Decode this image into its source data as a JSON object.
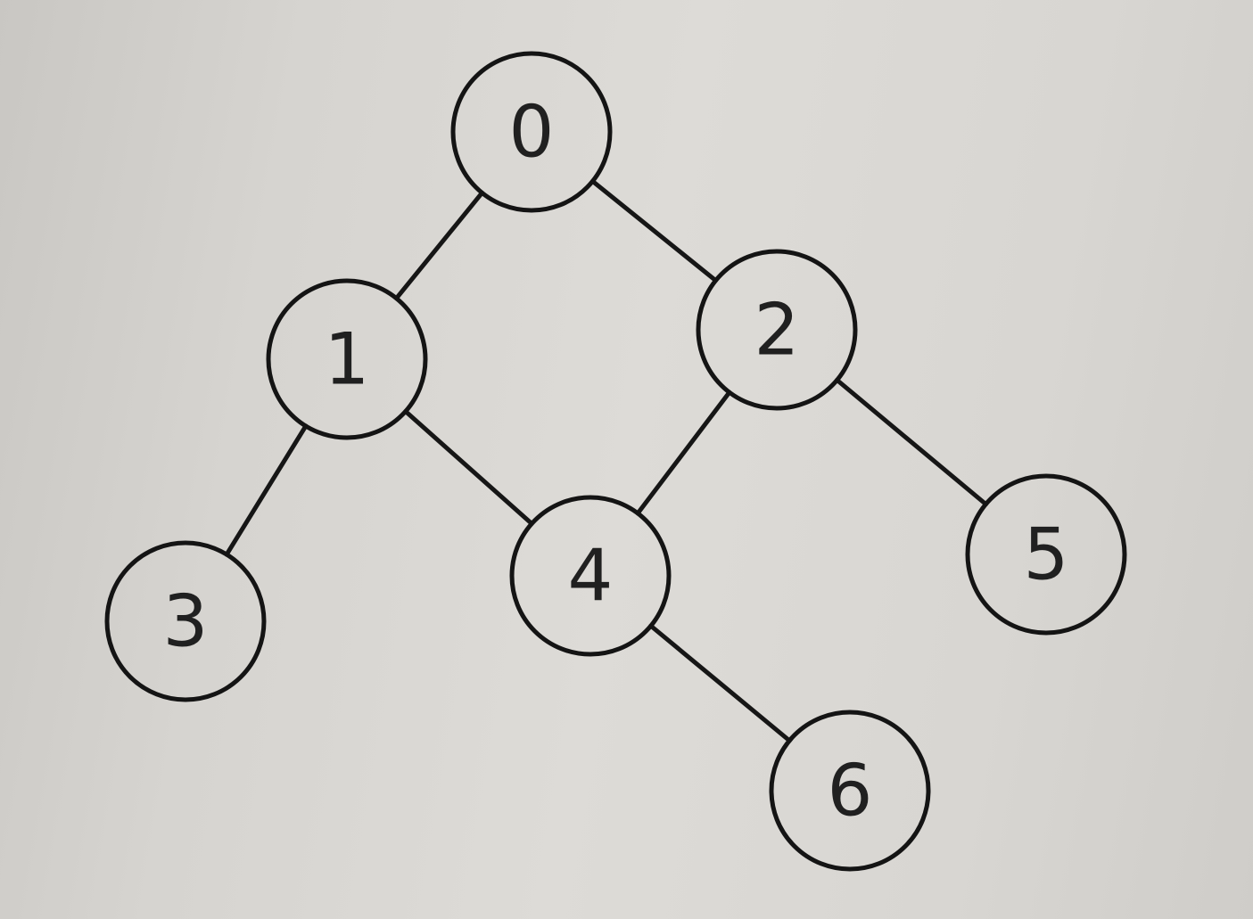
{
  "graph": {
    "nodes": [
      {
        "id": "0",
        "label": "0"
      },
      {
        "id": "1",
        "label": "1"
      },
      {
        "id": "2",
        "label": "2"
      },
      {
        "id": "3",
        "label": "3"
      },
      {
        "id": "4",
        "label": "4"
      },
      {
        "id": "5",
        "label": "5"
      },
      {
        "id": "6",
        "label": "6"
      }
    ],
    "edges": [
      {
        "from": "0",
        "to": "1"
      },
      {
        "from": "0",
        "to": "2"
      },
      {
        "from": "1",
        "to": "3"
      },
      {
        "from": "1",
        "to": "4"
      },
      {
        "from": "2",
        "to": "4"
      },
      {
        "from": "2",
        "to": "5"
      },
      {
        "from": "4",
        "to": "6"
      }
    ]
  },
  "colors": {
    "stroke": "#141414",
    "text": "#202020"
  }
}
